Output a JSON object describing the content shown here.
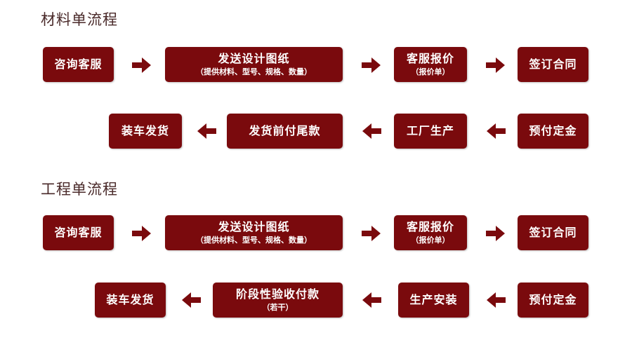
{
  "colors": {
    "box": "#7a0a0d",
    "arrow": "#7a0a0d",
    "title": "#4a2a2a"
  },
  "material": {
    "title": "材料单流程",
    "row1": [
      {
        "label": "咨询客服"
      },
      {
        "label": "发送设计图纸",
        "sub": "（提供材料、型号、规格、数量）"
      },
      {
        "label": "客服报价",
        "sub": "（报价单）"
      },
      {
        "label": "签订合同"
      }
    ],
    "row2": [
      {
        "label": "装车发货"
      },
      {
        "label": "发货前付尾款"
      },
      {
        "label": "工厂生产"
      },
      {
        "label": "预付定金"
      }
    ]
  },
  "project": {
    "title": "工程单流程",
    "row1": [
      {
        "label": "咨询客服"
      },
      {
        "label": "发送设计图纸",
        "sub": "（提供材料、型号、规格、数量）"
      },
      {
        "label": "客服报价",
        "sub": "（报价单）"
      },
      {
        "label": "签订合同"
      }
    ],
    "row2": [
      {
        "label": "装车发货"
      },
      {
        "label": "阶段性验收付款",
        "sub": "（若干）"
      },
      {
        "label": "生产安装"
      },
      {
        "label": "预付定金"
      }
    ]
  }
}
